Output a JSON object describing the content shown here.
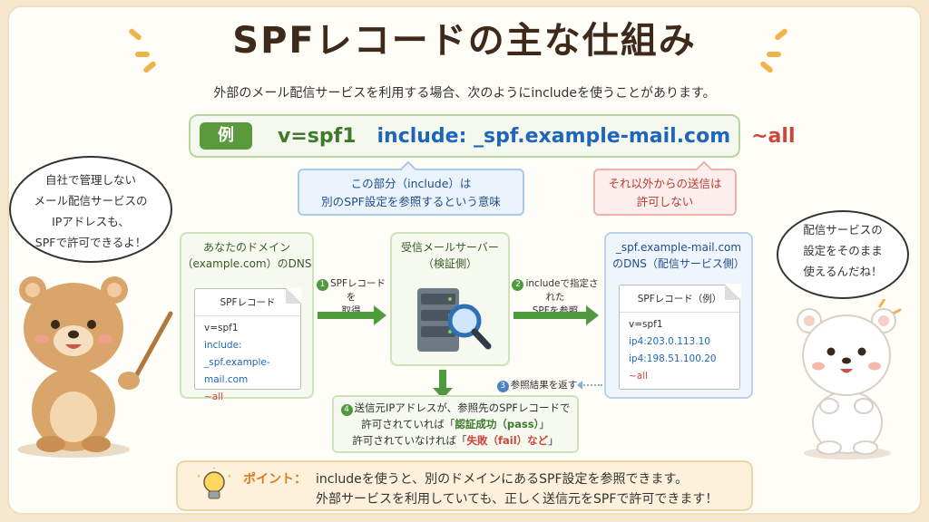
{
  "title": "SPFレコードの主な仕組み",
  "subtitle": "外部のメール配信サービスを利用する場合、次のようにincludeを使うことがあります。",
  "example": {
    "badge": "例",
    "v": "v=spf1",
    "include": "include: _spf.example-mail.com",
    "all": "~all"
  },
  "callouts": {
    "include_l1": "この部分（include）は",
    "include_l2": "別のSPF設定を参照するという意味",
    "all_l1": "それ以外からの送信は",
    "all_l2": "許可しない"
  },
  "left_panel": {
    "head_l1": "あなたのドメイン",
    "head_l2": "（example.com）のDNS",
    "doc_title": "SPFレコード",
    "line1": "v=spf1",
    "line2": "include:",
    "line3": "_spf.example-mail.com",
    "line4": "~all"
  },
  "mid_panel": {
    "head_l1": "受信メールサーバー",
    "head_l2": "（検証側）"
  },
  "right_panel": {
    "head_l1": "_spf.example-mail.com",
    "head_l2": "のDNS（配信サービス側）",
    "doc_title": "SPFレコード（例）",
    "line1": "v=spf1",
    "line2": "ip4:203.0.113.10",
    "line3": "ip4:198.51.100.20",
    "line4": "~all"
  },
  "steps": {
    "s1_num": "1",
    "s1_l1": "SPFレコードを",
    "s1_l2": "取得",
    "s2_num": "2",
    "s2_l1": "includeで指定された",
    "s2_l2": "SPFを参照",
    "s3_num": "3",
    "s3": "参照結果を返す",
    "s4_num": "4",
    "s4_l1": "送信元IPアドレスが、参照先のSPFレコードで",
    "s4_l2a": "許可されていれば「",
    "s4_l2b": "認証成功（pass）",
    "s4_l2c": "」",
    "s4_l3a": "許可されていなければ「",
    "s4_l3b": "失敗（fail）など",
    "s4_l3c": "」"
  },
  "tip": {
    "label": "ポイント：",
    "line1": "includeを使うと、別のドメインにあるSPF設定を参照できます。",
    "line2": "外部サービスを利用していても、正しく送信元をSPFで許可できます！"
  },
  "bear_left": {
    "l1": "自社で管理しない",
    "l2": "メール配信サービスの",
    "l3": "IPアドレスも、",
    "l4": "SPFで許可できるよ！"
  },
  "bear_right": {
    "l1": "配信サービスの",
    "l2": "設定をそのまま",
    "l3": "使えるんだね！"
  },
  "colors": {
    "green": "#4e9a3c",
    "blue": "#1f66b8",
    "red": "#d0453a",
    "orange": "#e07a1f",
    "bear_brown": "#d9a56b",
    "bear_white": "#ffffff"
  },
  "icons": [
    "server-icon",
    "magnifier-icon",
    "lightbulb-icon",
    "pointer-stick-icon"
  ]
}
